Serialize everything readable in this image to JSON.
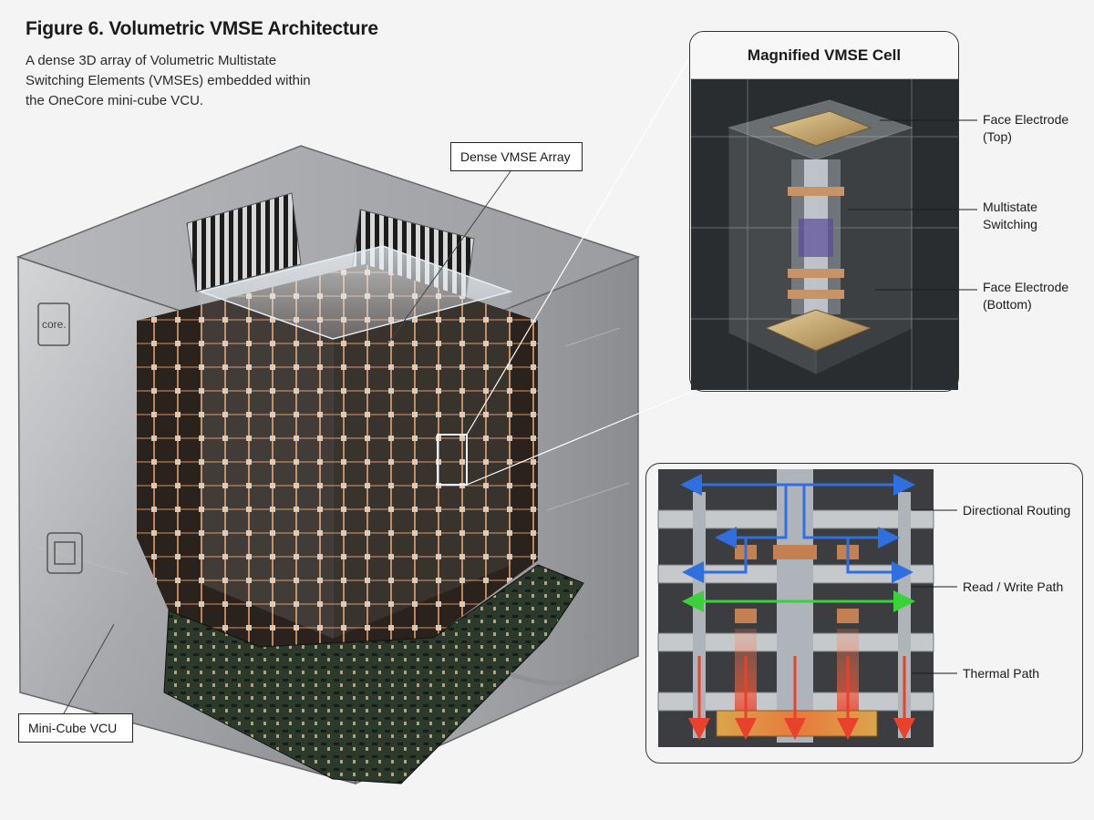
{
  "figure": {
    "title": "Figure 6. Volumetric VMSE Architecture",
    "caption": "A dense 3D array of Volumetric Multistate Switching Elements (VMSEs) embedded within the OneCore mini-cube VCU."
  },
  "labels": {
    "dense_array": "Dense VMSE Array",
    "mini_cube": "Mini-Cube VCU",
    "logo": "core."
  },
  "magnified_panel": {
    "title": "Magnified VMSE Cell",
    "face_electrode_top": "Face Electrode (Top)",
    "multistate_switching": "Multistate Switching",
    "face_electrode_bottom": "Face Electrode (Bottom)"
  },
  "routing_panel": {
    "directional_routing": "Directional Routing",
    "read_write_path": "Read / Write Path",
    "thermal_path": "Thermal Path"
  },
  "colors": {
    "routing_blue": "#2f6fe0",
    "read_write_green": "#3bd13b",
    "thermal_red": "#e8412c",
    "copper": "#b87a4b",
    "aluminum": "#a9abae"
  }
}
